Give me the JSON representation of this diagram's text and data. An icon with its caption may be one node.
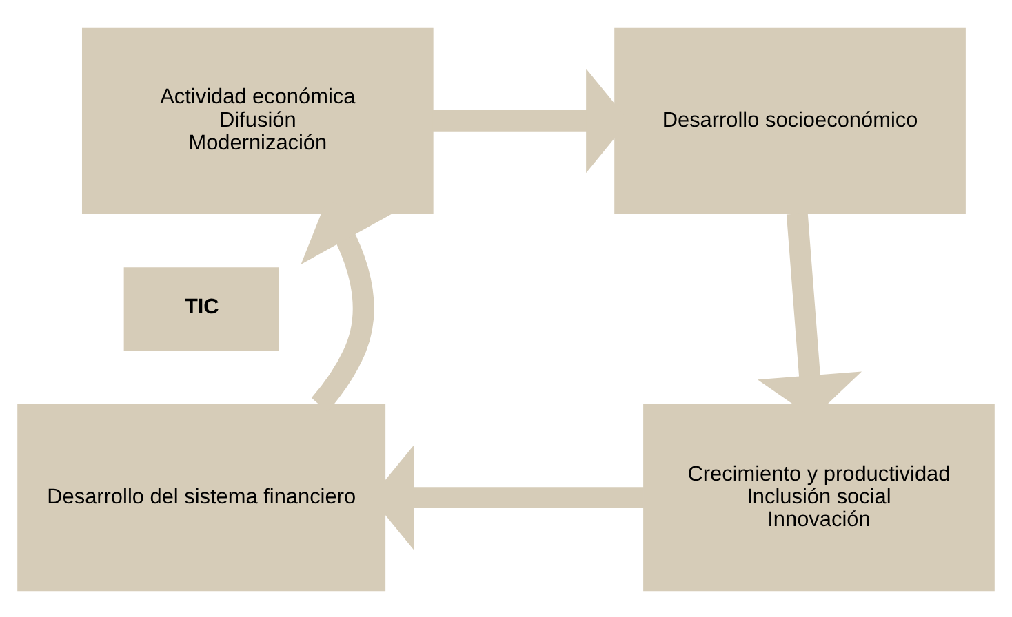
{
  "diagram": {
    "nodes": [
      {
        "text": [
          "Actividad económica",
          "Difusión",
          "Modernización"
        ]
      },
      {
        "text": [
          "Desarrollo socioeconómico"
        ]
      },
      {
        "text": [
          "TIC"
        ]
      },
      {
        "text": [
          "Crecimiento y productividad",
          "Inclusión social",
          "Innovación"
        ]
      },
      {
        "text": [
          "Desarrollo del sistema financiero"
        ]
      }
    ],
    "edges": [
      {
        "from": 0,
        "to": 1,
        "arrow": "to"
      },
      {
        "from": 1,
        "to": 3,
        "arrow": "to"
      },
      {
        "from": 3,
        "to": 4,
        "arrow": "to"
      },
      {
        "from": 4,
        "to": 0,
        "arrow": "to"
      }
    ]
  }
}
